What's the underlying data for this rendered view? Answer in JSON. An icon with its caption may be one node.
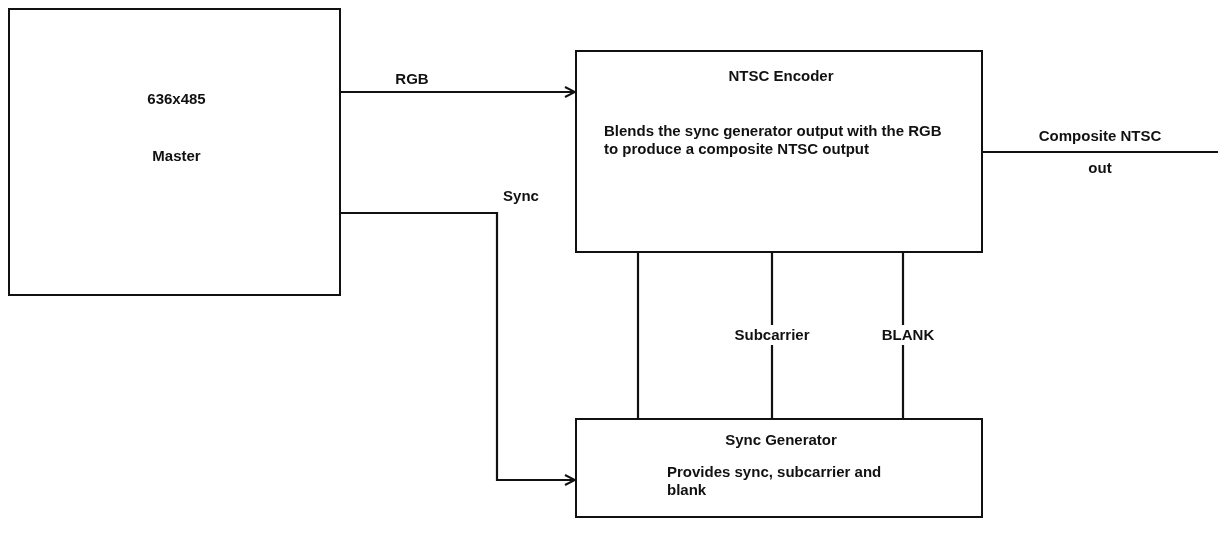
{
  "diagram": {
    "nodes": [
      {
        "text": [
          "636x485",
          "Master"
        ]
      },
      {
        "text": [
          "NTSC Encoder",
          "Blends the sync generator output with the RGB to produce a composite NTSC output"
        ]
      },
      {
        "text": [
          "Sync Generator",
          "Provides sync, subcarrier and blank"
        ]
      }
    ],
    "edges": [
      {
        "from": 0,
        "to": 1,
        "arrow": "to",
        "label": "RGB"
      },
      {
        "from": 0,
        "to": 2,
        "arrow": "to",
        "label": "Sync"
      },
      {
        "from": 1,
        "to": 2,
        "arrow": "none"
      },
      {
        "from": 1,
        "to": 2,
        "arrow": "none",
        "label": "Subcarrier"
      },
      {
        "from": 1,
        "to": 2,
        "arrow": "none",
        "label": "BLANK"
      },
      {
        "from": 1,
        "to": null,
        "arrow": "none",
        "label": "Composite NTSC out"
      }
    ]
  }
}
